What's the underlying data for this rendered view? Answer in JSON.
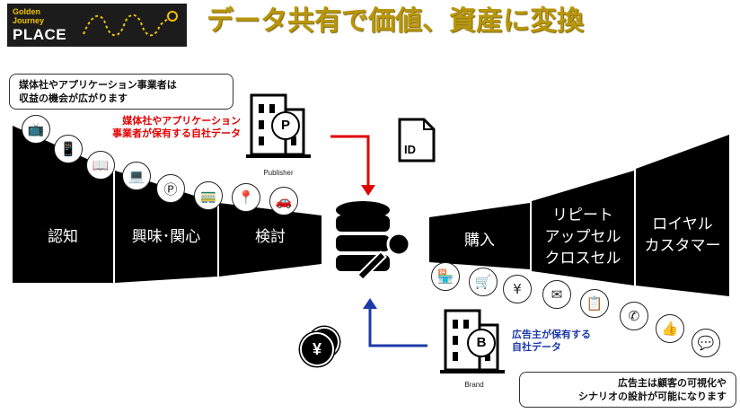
{
  "logo": {
    "line1": "Golden\nJourney",
    "line2": "PLACE"
  },
  "title": "データ共有で価値、資産に変換",
  "bubble_top": {
    "line1": "媒体社やアプリケーション事業者は",
    "line2": "収益の機会が広がります"
  },
  "bubble_bottom": {
    "line1": "広告主は顧客の可視化や",
    "line2": "シナリオの設計が可能になります"
  },
  "publisher_note": {
    "line1": "媒体社やアプリケーション",
    "line2": "事業者が保有する自社データ"
  },
  "brand_note": {
    "line1": "広告主が保有する",
    "line2": "自社データ"
  },
  "publisher_label": "Publisher",
  "brand_label": "Brand",
  "publisher_badge": "P",
  "brand_badge": "B",
  "id_label": "ID",
  "coin_symbol": "¥",
  "stages_left": [
    "認知",
    "興味･関心",
    "検討"
  ],
  "stages_right": [
    {
      "line1": "購入",
      "line2": ""
    },
    {
      "line1": "リピート",
      "line2": "アップセル",
      "line3": "クロスセル"
    },
    {
      "line1": "ロイヤル",
      "line2": "カスタマー"
    }
  ],
  "icons_left": [
    "tv-icon",
    "smartphone-icon",
    "book-icon",
    "laptop-icon",
    "points-icon",
    "train-icon",
    "map-pin-icon",
    "car-icon"
  ],
  "icons_right": [
    "store-icon",
    "cart-icon",
    "coins-icon",
    "mail-icon",
    "clipboard-icon",
    "phone-icon",
    "thumbs-up-icon",
    "chat-icon"
  ],
  "colors": {
    "title_gold": "#b8960c",
    "red_arrow": "#e00000",
    "blue_arrow": "#1e3aa8"
  }
}
